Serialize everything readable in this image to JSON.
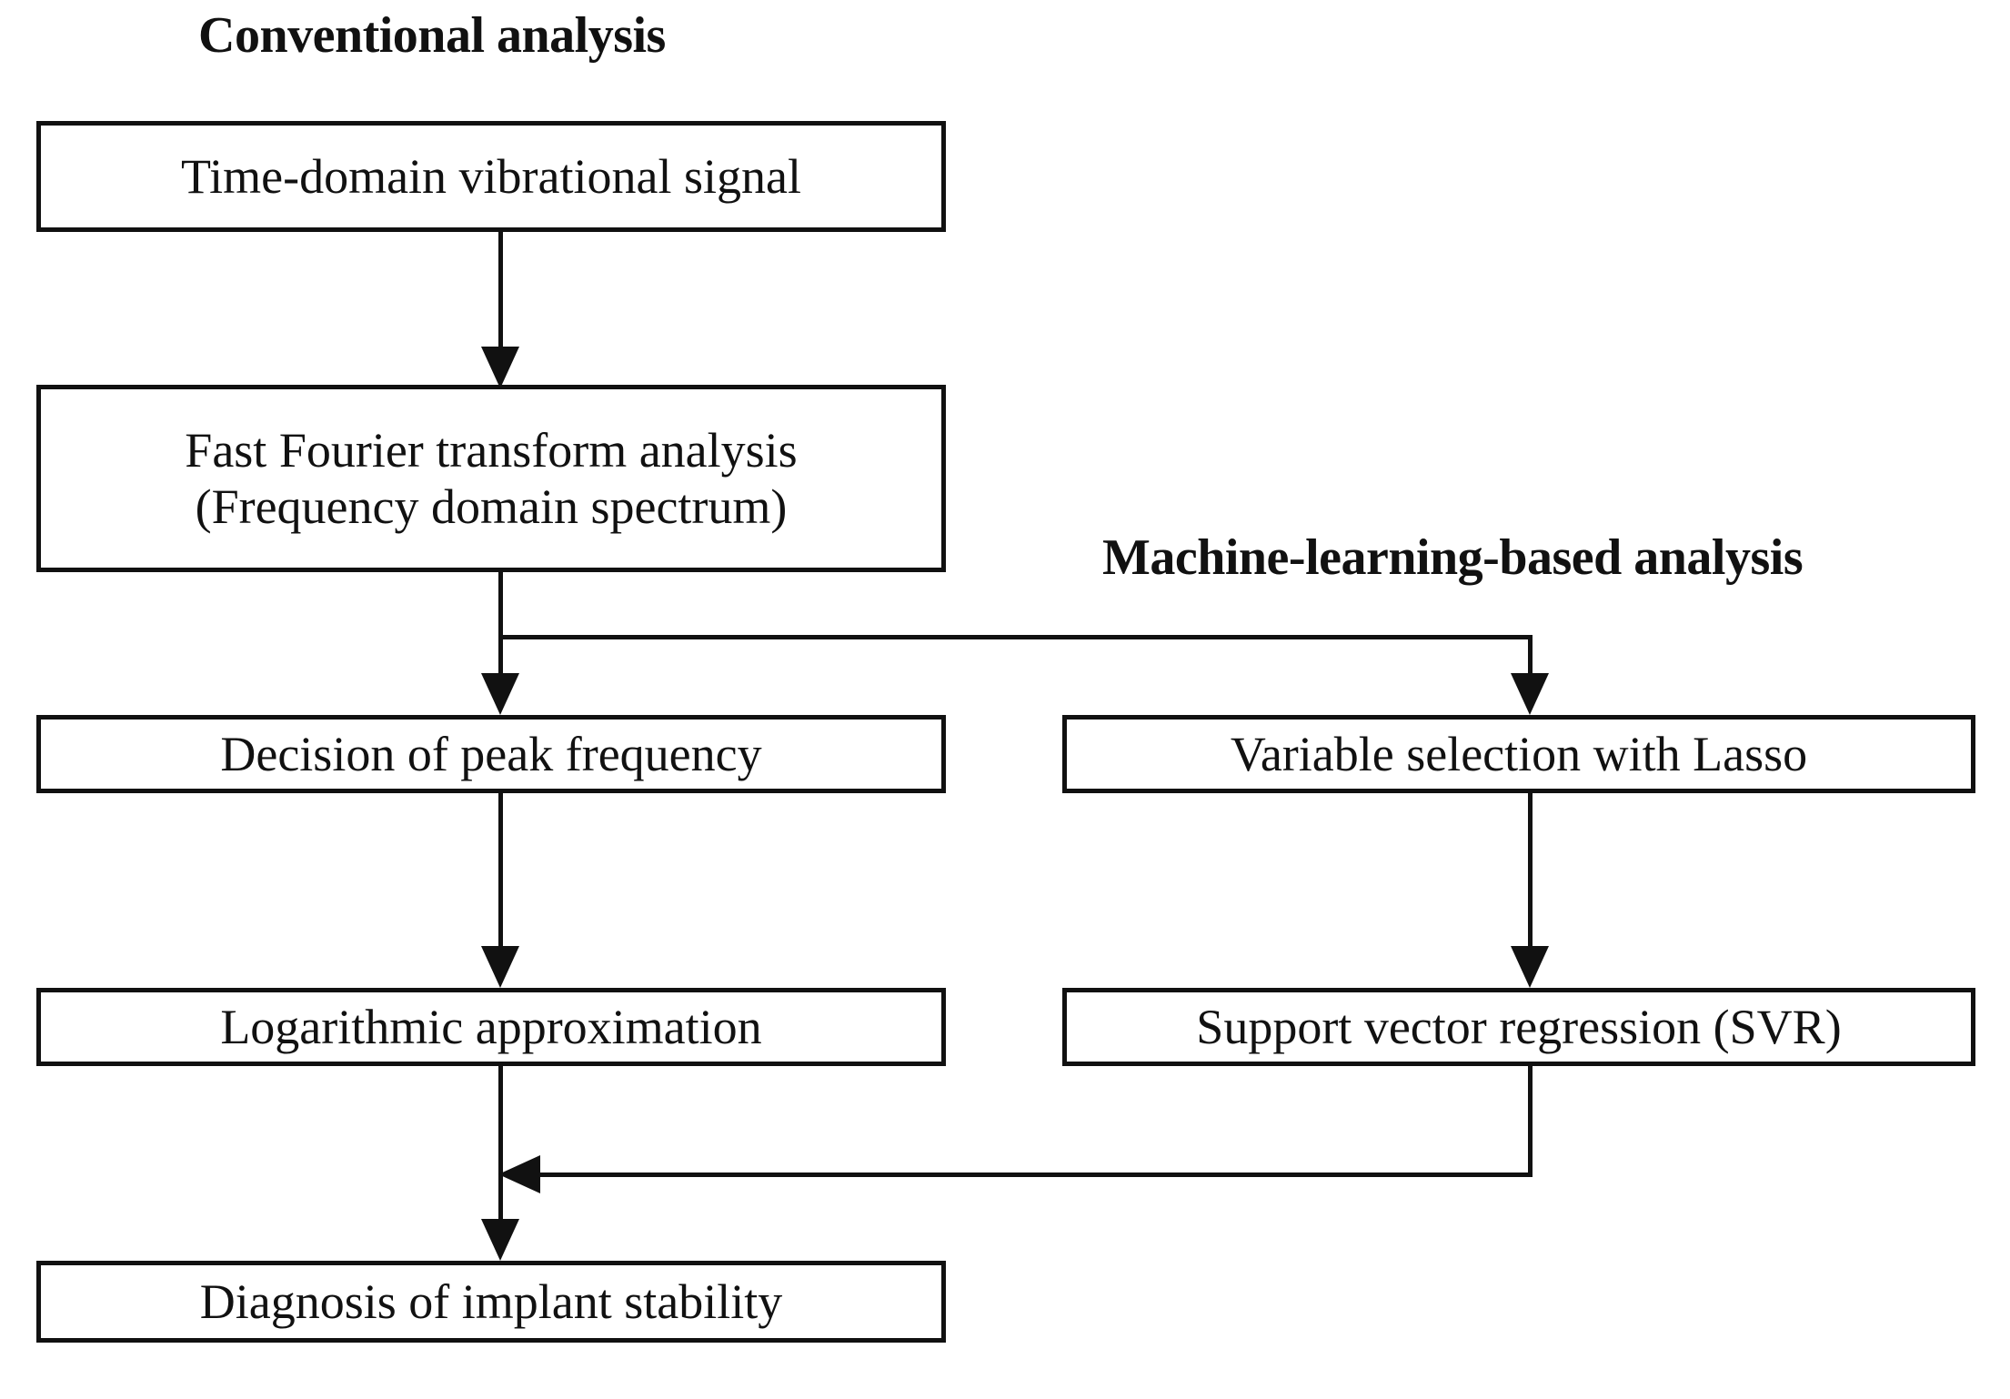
{
  "figure": {
    "type": "flowchart",
    "orientation": "top-to-bottom",
    "background_color": "#ffffff",
    "line_color": "#111111"
  },
  "headings": {
    "left": "Conventional analysis",
    "right": "Machine-learning-based analysis"
  },
  "nodes": {
    "time_domain_signal": "Time-domain vibrational signal",
    "fft": "Fast Fourier transform analysis\n(Frequency domain spectrum)",
    "peak_frequency": "Decision of peak frequency",
    "lasso": "Variable selection with Lasso",
    "log_approx": "Logarithmic  approximation",
    "svr": "Support vector regression (SVR)",
    "diagnosis": "Diagnosis of implant stability"
  },
  "edges": [
    {
      "from": "time_domain_signal",
      "to": "fft",
      "style": "straight-down",
      "arrowhead": "down"
    },
    {
      "from": "fft",
      "to": "peak_frequency",
      "style": "straight-down",
      "arrowhead": "down"
    },
    {
      "from": "fft",
      "to": "lasso",
      "style": "branch-right",
      "arrowhead": "down"
    },
    {
      "from": "peak_frequency",
      "to": "log_approx",
      "style": "straight-down",
      "arrowhead": "down"
    },
    {
      "from": "lasso",
      "to": "svr",
      "style": "straight-down",
      "arrowhead": "down"
    },
    {
      "from": "log_approx",
      "to": "diagnosis",
      "style": "straight-down",
      "arrowhead": "down"
    },
    {
      "from": "svr",
      "to": "diagnosis",
      "style": "merge-left",
      "arrowhead": "left"
    }
  ]
}
